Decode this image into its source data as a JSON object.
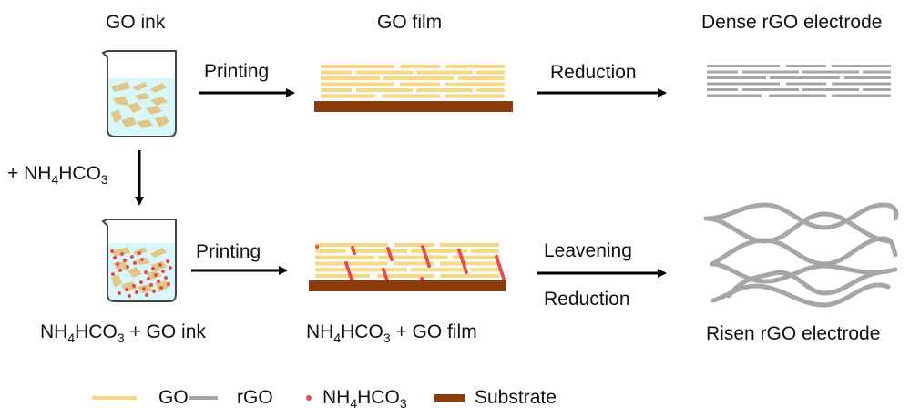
{
  "colors": {
    "go": "#f8d883",
    "rgo": "#a6a6a6",
    "nh4hco3": "#f0464b",
    "substrate": "#8b3d0e",
    "ink_liquid": "#d9f6f8",
    "flake": "#e0c688",
    "arrow": "#000000"
  },
  "top_row": {
    "ink_label": "GO ink",
    "film_label": "GO film",
    "electrode_label": "Dense rGO electrode",
    "step1": "Printing",
    "step2": "Reduction"
  },
  "vertical_step": {
    "prefix": "+ NH",
    "sub1": "4",
    "mid": "HCO",
    "sub2": "3"
  },
  "bottom_row": {
    "ink_label": {
      "prefix": "NH",
      "sub1": "4",
      "mid": "HCO",
      "sub2": "3",
      "suffix": " + GO ink"
    },
    "film_label": {
      "prefix": "NH",
      "sub1": "4",
      "mid": "HCO",
      "sub2": "3",
      "suffix": " + GO film"
    },
    "electrode_label": "Risen rGO electrode",
    "step1": "Printing",
    "step2_top": "Leavening",
    "step2_bottom": "Reduction"
  },
  "legend": {
    "items": [
      {
        "label": "GO"
      },
      {
        "label": "rGO"
      },
      {
        "prefix": "NH",
        "sub1": "4",
        "mid": "HCO",
        "sub2": "3"
      },
      {
        "label": "Substrate"
      }
    ]
  }
}
